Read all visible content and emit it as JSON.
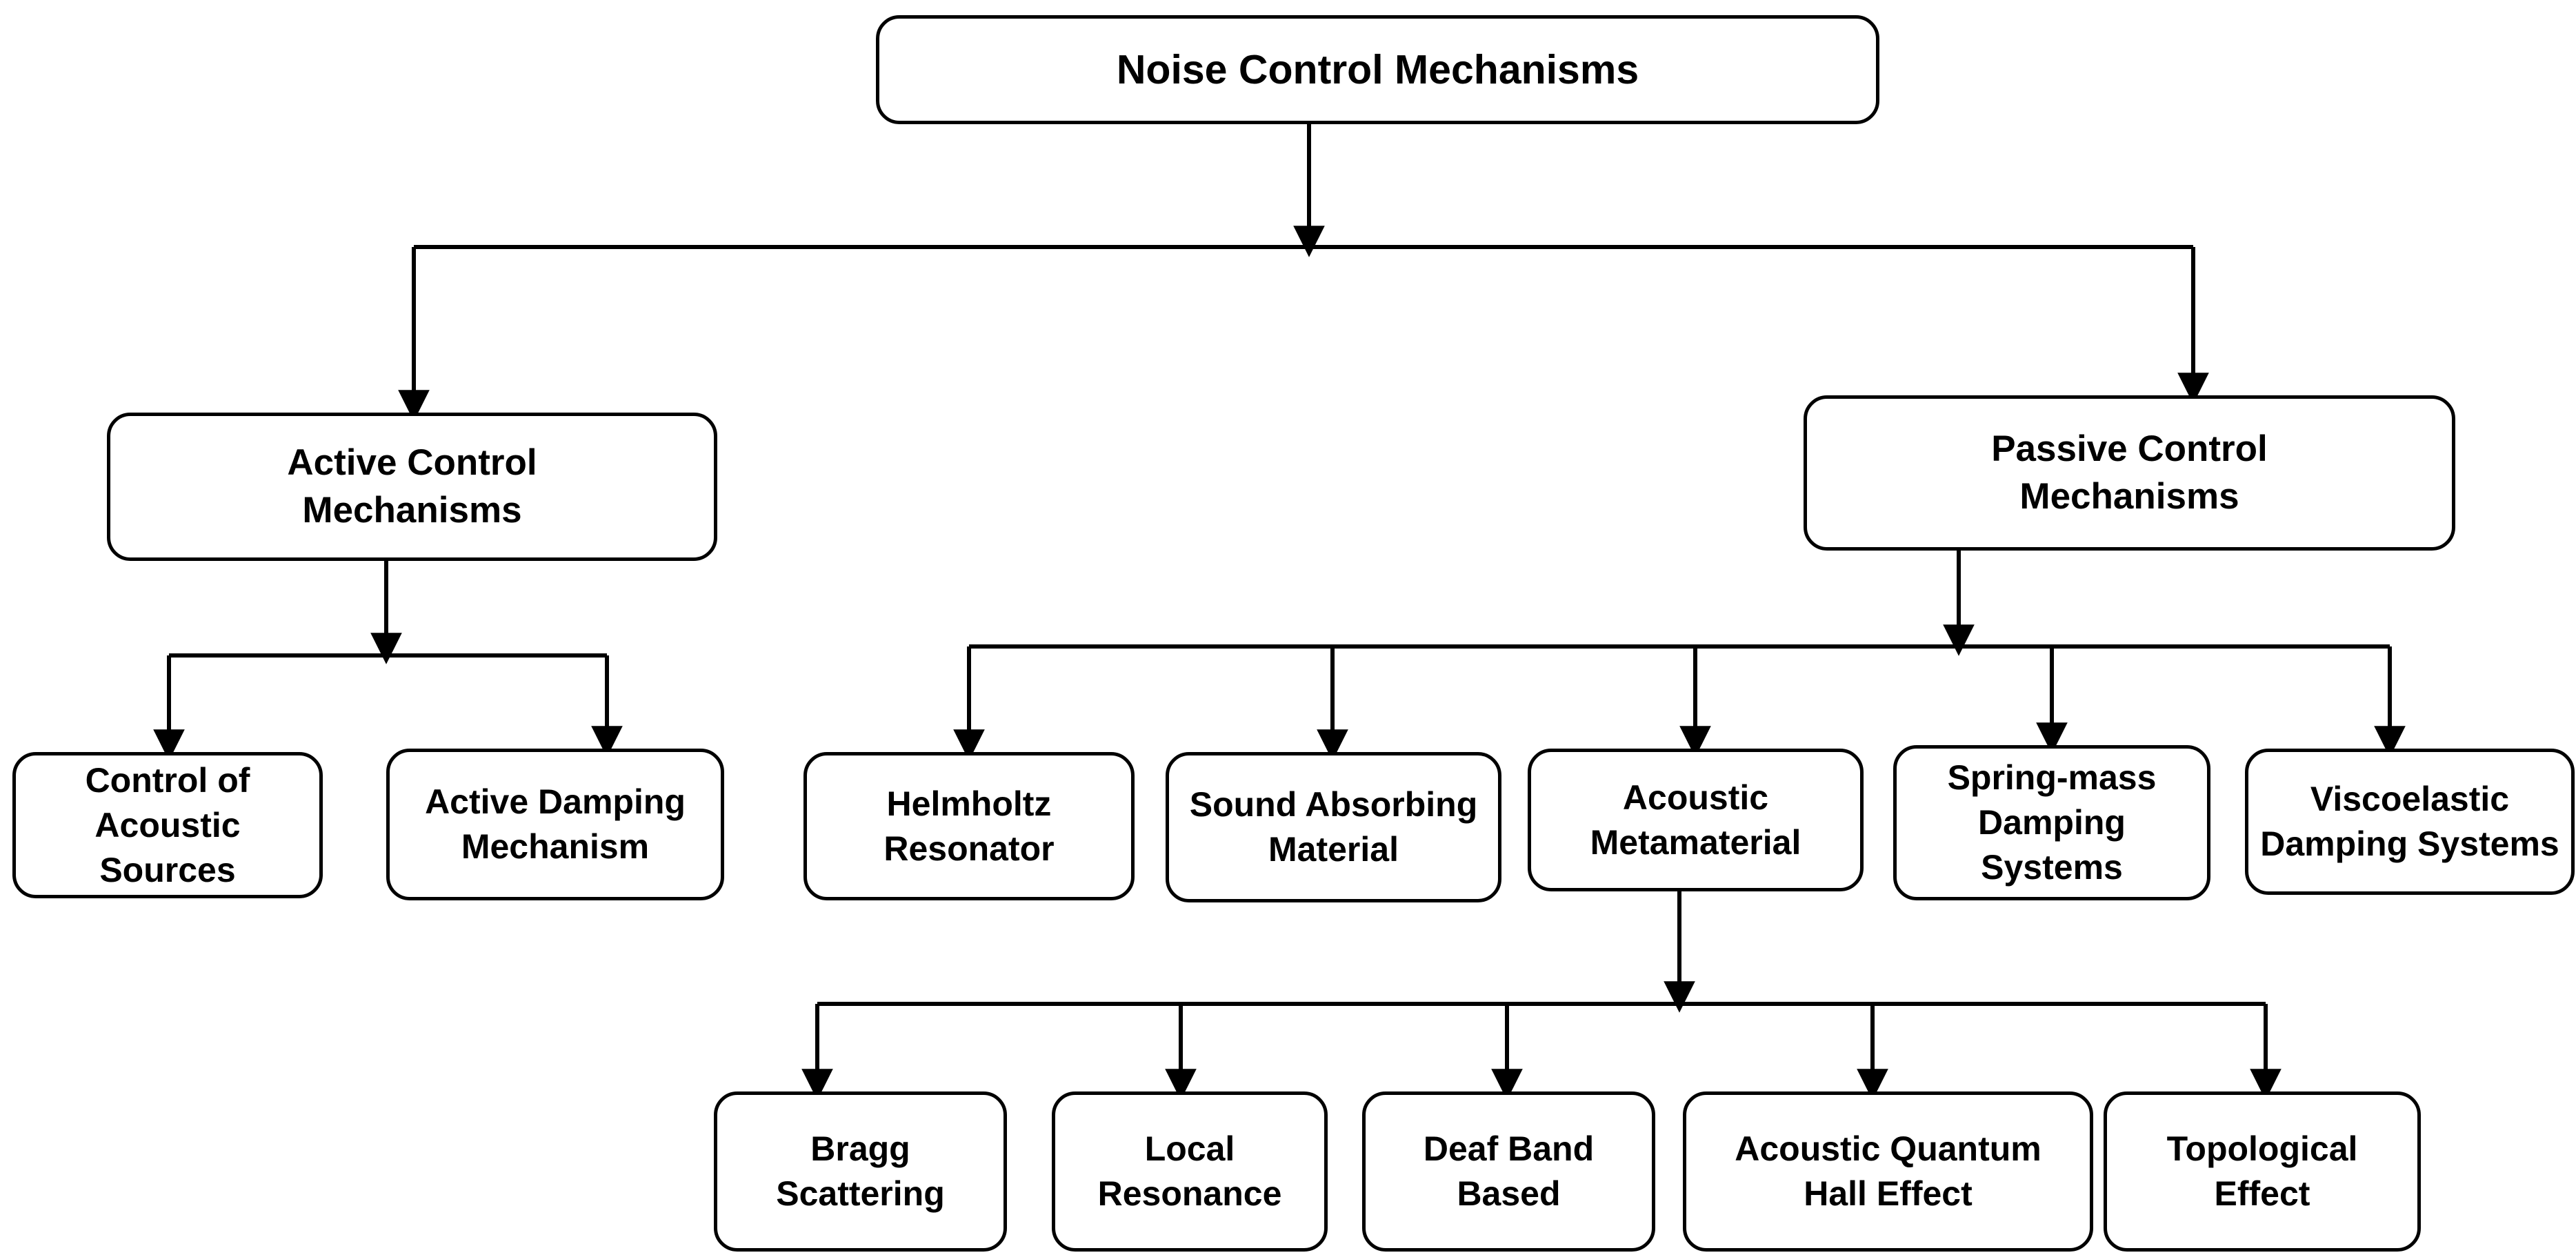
{
  "diagram": {
    "title": "Noise Control Mechanisms",
    "type": "hierarchical-tree",
    "root": {
      "id": "noise-control-mechanisms",
      "label": "Noise Control Mechanisms"
    },
    "nodes": {
      "root": "Noise Control Mechanisms",
      "active_control": "Active Control\nMechanisms",
      "passive_control": "Passive Control\nMechanisms",
      "control_of_acoustic_sources": "Control of\nAcoustic Sources",
      "active_damping_mechanism": "Active Damping\nMechanism",
      "helmholtz_resonator": "Helmholtz\nResonator",
      "sound_absorbing_material": "Sound Absorbing\nMaterial",
      "acoustic_metamaterial": "Acoustic\nMetamaterial",
      "spring_mass_damping_systems": "Spring-mass\nDamping\nSystems",
      "viscoelastic_damping_systems": "Viscoelastic\nDamping Systems",
      "bragg_scattering": "Bragg\nScattering",
      "local_resonance": "Local\nResonance",
      "deaf_band_based": "Deaf Band\nBased",
      "acoustic_quantum_hall_effect": "Acoustic Quantum\nHall Effect",
      "topological_effect": "Topological\nEffect"
    },
    "edges": [
      {
        "from": "root",
        "to": "active_control"
      },
      {
        "from": "root",
        "to": "passive_control"
      },
      {
        "from": "active_control",
        "to": "control_of_acoustic_sources"
      },
      {
        "from": "active_control",
        "to": "active_damping_mechanism"
      },
      {
        "from": "passive_control",
        "to": "helmholtz_resonator"
      },
      {
        "from": "passive_control",
        "to": "sound_absorbing_material"
      },
      {
        "from": "passive_control",
        "to": "acoustic_metamaterial"
      },
      {
        "from": "passive_control",
        "to": "spring_mass_damping_systems"
      },
      {
        "from": "passive_control",
        "to": "viscoelastic_damping_systems"
      },
      {
        "from": "acoustic_metamaterial",
        "to": "bragg_scattering"
      },
      {
        "from": "acoustic_metamaterial",
        "to": "local_resonance"
      },
      {
        "from": "acoustic_metamaterial",
        "to": "deaf_band_based"
      },
      {
        "from": "acoustic_metamaterial",
        "to": "acoustic_quantum_hall_effect"
      },
      {
        "from": "acoustic_metamaterial",
        "to": "topological_effect"
      }
    ],
    "colors": {
      "background": "#ffffff",
      "node_fill": "#ffffff",
      "node_border": "#000000",
      "text": "#000000",
      "connector": "#000000"
    }
  }
}
